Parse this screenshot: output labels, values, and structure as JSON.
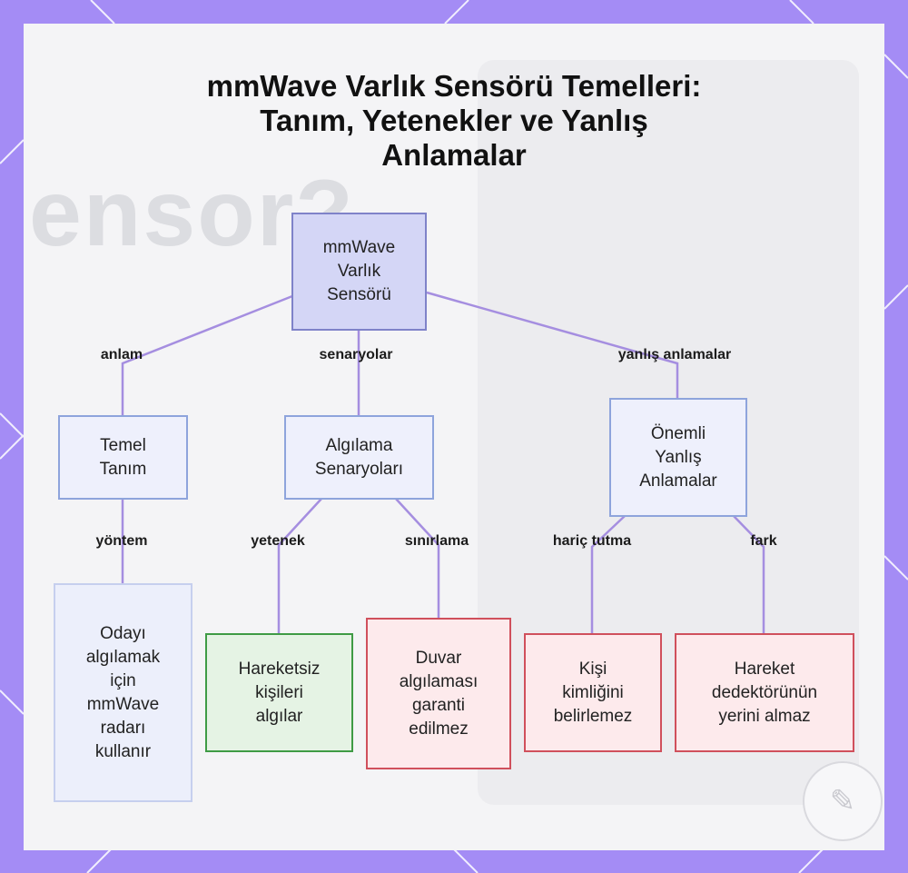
{
  "title": "mmWave Varlık Sensörü Temelleri:\nTanım, Yetenekler ve Yanlış\nAnlamalar",
  "background_text": "ensor?",
  "colors": {
    "frame": "#a48cf5",
    "edge": "#a58ee0",
    "root_fill": "#d4d6f6",
    "green_border": "#3f9b45",
    "red_border": "#d0505c"
  },
  "nodes": {
    "root": "mmWave\nVarlık\nSensörü",
    "basic": "Temel\nTanım",
    "scenarios": "Algılama\nSenaryoları",
    "misconceptions": "Önemli\nYanlış\nAnlamalar",
    "method": "Odayı\nalgılamak\niçin\nmmWave\nradarı\nkullanır",
    "still": "Hareketsiz\nkişileri\nalgılar",
    "wall": "Duvar\nalgılaması\ngaranti\nedilmez",
    "identity": "Kişi\nkimliğini\nbelirlemez",
    "motion": "Hareket\ndedektörünün\nyerini almaz"
  },
  "edge_labels": {
    "meaning": "anlam",
    "scenarios": "senaryolar",
    "misconceptions": "yanlış anlamalar",
    "method": "yöntem",
    "capability": "yetenek",
    "limitation": "sınırlama",
    "exclusion": "hariç tutma",
    "difference": "fark"
  },
  "badge_icon": "logo-icon"
}
